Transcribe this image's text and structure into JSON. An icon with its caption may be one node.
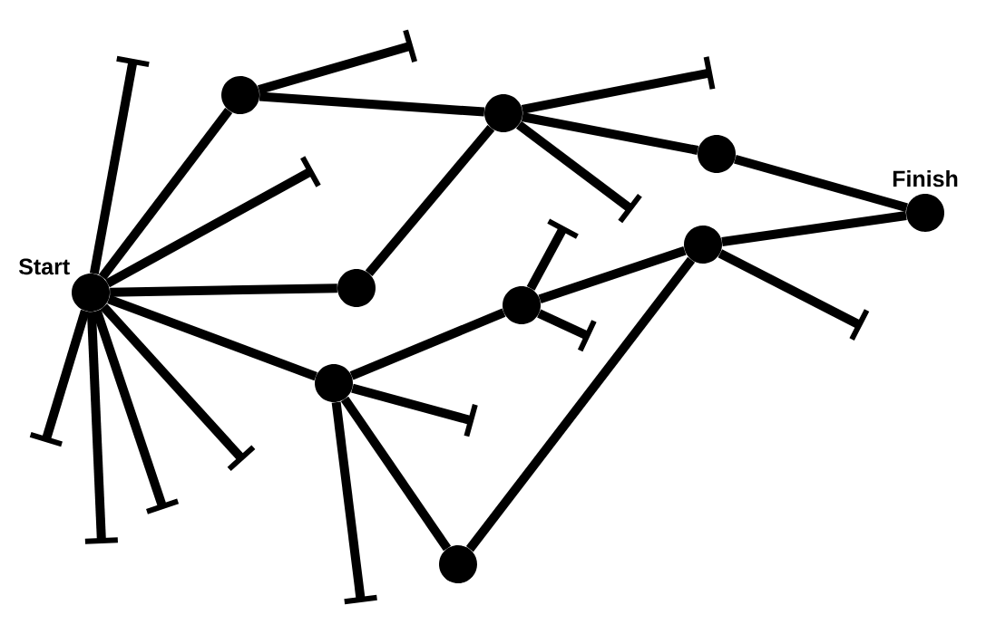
{
  "diagram": {
    "nodes": [
      {
        "text": [
          "Start"
        ]
      },
      {
        "text": [],
        "shape": "circle"
      },
      {
        "text": [],
        "shape": "circle"
      },
      {
        "text": [],
        "shape": "circle"
      },
      {
        "text": [
          "Finish"
        ]
      },
      {
        "text": [],
        "shape": "circle"
      },
      {
        "text": [],
        "shape": "circle"
      },
      {
        "text": [],
        "shape": "circle"
      },
      {
        "text": [],
        "shape": "circle"
      },
      {
        "text": [],
        "shape": "circle"
      }
    ],
    "edges": [
      {
        "from": 0,
        "to": 1,
        "arrow": "none"
      },
      {
        "from": 1,
        "to": 2,
        "arrow": "none"
      },
      {
        "from": 2,
        "to": 3,
        "arrow": "none"
      },
      {
        "from": 3,
        "to": 4,
        "arrow": "none"
      },
      {
        "from": 0,
        "to": 5,
        "arrow": "none"
      },
      {
        "from": 5,
        "to": 2,
        "arrow": "none"
      },
      {
        "from": 0,
        "to": 8,
        "arrow": "none"
      },
      {
        "from": 8,
        "to": 6,
        "arrow": "none"
      },
      {
        "from": 6,
        "to": 7,
        "arrow": "none"
      },
      {
        "from": 7,
        "to": 4,
        "arrow": "none"
      },
      {
        "from": 8,
        "to": 9,
        "arrow": "none"
      },
      {
        "from": 9,
        "to": 7,
        "arrow": "none"
      },
      {
        "from": 0,
        "to": null,
        "arrow": "other"
      },
      {
        "from": 0,
        "to": null,
        "arrow": "other"
      },
      {
        "from": 0,
        "to": null,
        "arrow": "other"
      },
      {
        "from": 0,
        "to": null,
        "arrow": "other"
      },
      {
        "from": 0,
        "to": null,
        "arrow": "other"
      },
      {
        "from": 0,
        "to": null,
        "arrow": "other"
      },
      {
        "from": 1,
        "to": null,
        "arrow": "other"
      },
      {
        "from": 2,
        "to": null,
        "arrow": "other"
      },
      {
        "from": 2,
        "to": null,
        "arrow": "other"
      },
      {
        "from": 6,
        "to": null,
        "arrow": "other"
      },
      {
        "from": 6,
        "to": null,
        "arrow": "other"
      },
      {
        "from": 7,
        "to": null,
        "arrow": "other"
      },
      {
        "from": 8,
        "to": null,
        "arrow": "other"
      },
      {
        "from": 8,
        "to": null,
        "arrow": "other"
      }
    ]
  }
}
